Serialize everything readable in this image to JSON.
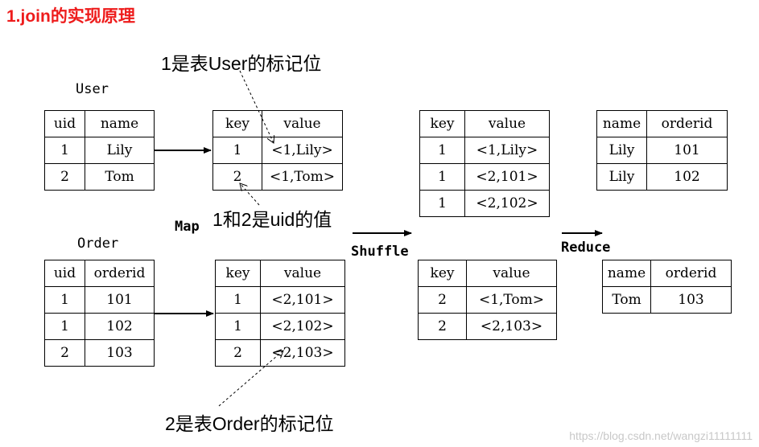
{
  "title": "1.join的实现原理",
  "labels": {
    "user": "User",
    "order": "Order",
    "map": "Map",
    "shuffle": "Shuffle",
    "reduce": "Reduce"
  },
  "notes": {
    "user_flag": "1是表User的标记位",
    "uid_value": "1和2是uid的值",
    "order_flag": "2是表Order的标记位"
  },
  "tables": {
    "user": {
      "headers": [
        "uid",
        "name"
      ],
      "rows": [
        [
          "1",
          "Lily"
        ],
        [
          "2",
          "Tom"
        ]
      ]
    },
    "order": {
      "headers": [
        "uid",
        "orderid"
      ],
      "rows": [
        [
          "1",
          "101"
        ],
        [
          "1",
          "102"
        ],
        [
          "2",
          "103"
        ]
      ]
    },
    "map_user": {
      "headers": [
        "key",
        "value"
      ],
      "rows": [
        [
          "1",
          "<1,Lily>"
        ],
        [
          "2",
          "<1,Tom>"
        ]
      ]
    },
    "map_order": {
      "headers": [
        "key",
        "value"
      ],
      "rows": [
        [
          "1",
          "<2,101>"
        ],
        [
          "1",
          "<2,102>"
        ],
        [
          "2",
          "<2,103>"
        ]
      ]
    },
    "shuffle_1": {
      "headers": [
        "key",
        "value"
      ],
      "rows": [
        [
          "1",
          "<1,Lily>"
        ],
        [
          "1",
          "<2,101>"
        ],
        [
          "1",
          "<2,102>"
        ]
      ]
    },
    "shuffle_2": {
      "headers": [
        "key",
        "value"
      ],
      "rows": [
        [
          "2",
          "<1,Tom>"
        ],
        [
          "2",
          "<2,103>"
        ]
      ]
    },
    "reduce_1": {
      "headers": [
        "name",
        "orderid"
      ],
      "rows": [
        [
          "Lily",
          "101"
        ],
        [
          "Lily",
          "102"
        ]
      ]
    },
    "reduce_2": {
      "headers": [
        "name",
        "orderid"
      ],
      "rows": [
        [
          "Tom",
          "103"
        ]
      ]
    }
  },
  "watermark": "https://blog.csdn.net/wangzi11111111"
}
